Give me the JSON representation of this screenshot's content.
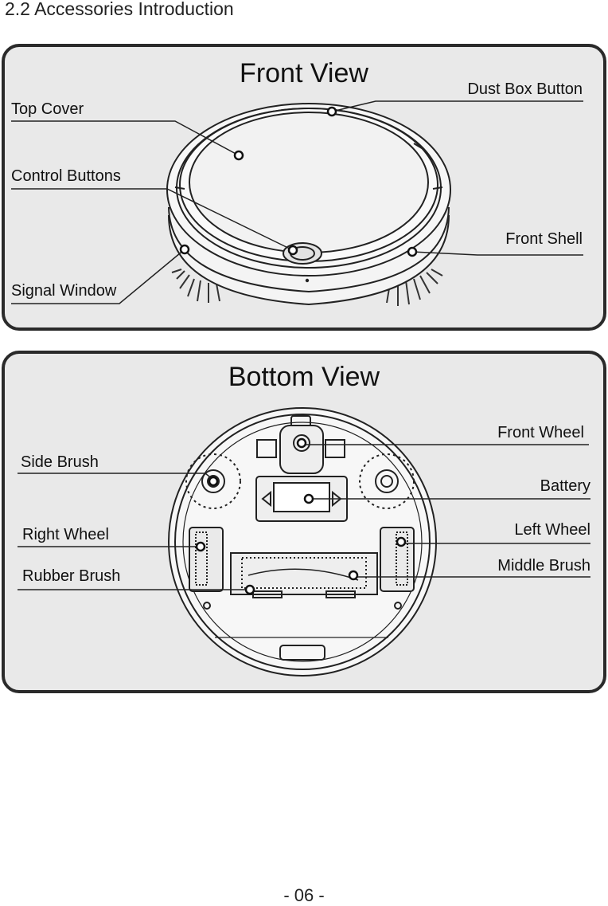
{
  "page": {
    "heading": "2.2 Accessories Introduction",
    "page_number": "- 06 -"
  },
  "front_view": {
    "title": "Front View",
    "labels": {
      "top_cover": "Top Cover",
      "control_buttons": "Control Buttons",
      "signal_window": "Signal Window",
      "dust_box_button": "Dust Box Button",
      "front_shell": "Front Shell"
    }
  },
  "bottom_view": {
    "title": "Bottom View",
    "labels": {
      "side_brush": "Side Brush",
      "right_wheel": "Right Wheel",
      "rubber_brush": "Rubber Brush",
      "front_wheel": "Front Wheel",
      "battery": "Battery",
      "left_wheel": "Left Wheel",
      "middle_brush": "Middle Brush"
    }
  }
}
